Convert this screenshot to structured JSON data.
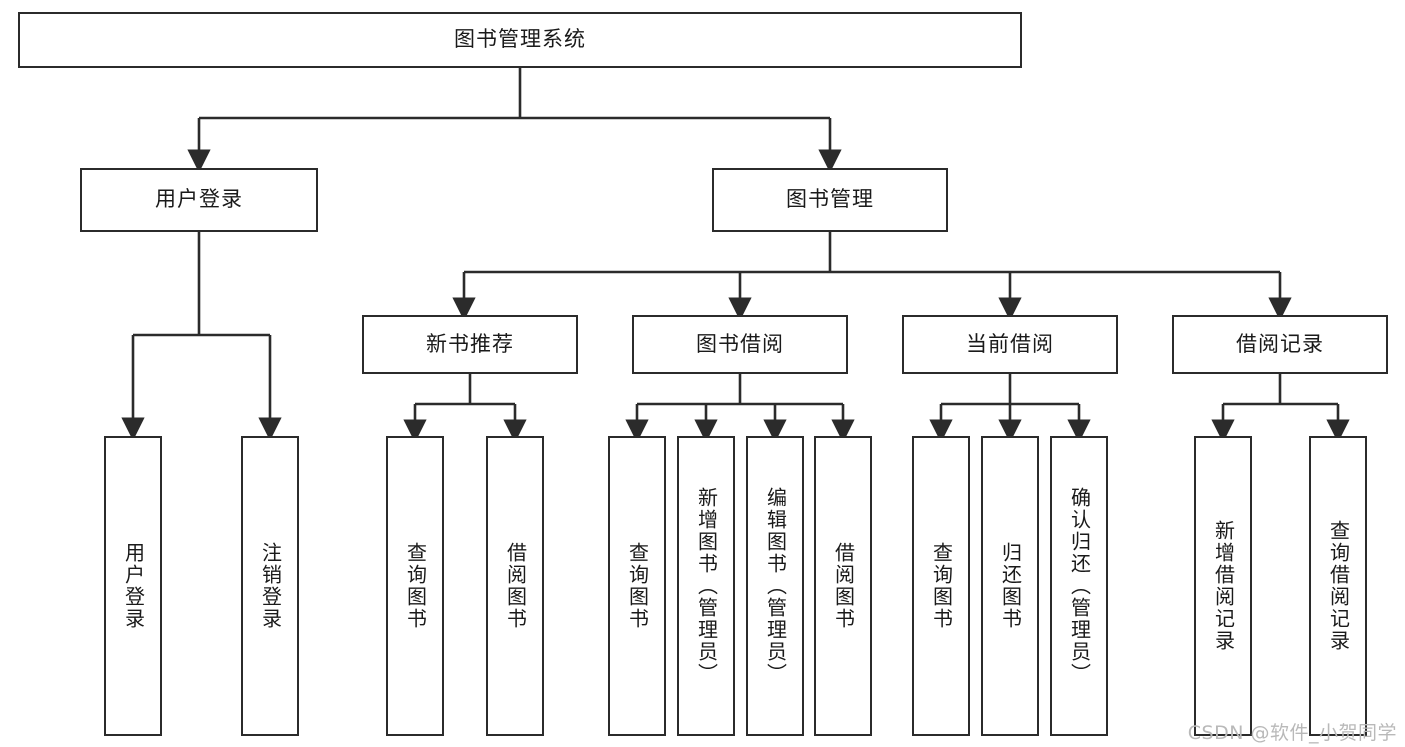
{
  "diagram": {
    "title": "图书管理系统",
    "type": "tree-hierarchy-diagram",
    "colors": {
      "stroke": "#2b2b2b",
      "fill": "#ffffff",
      "text": "#1a1a1a",
      "watermark": "#b9b9b9"
    },
    "levels": {
      "root": {
        "label": "图书管理系统"
      },
      "level2": [
        {
          "label": "用户登录"
        },
        {
          "label": "图书管理"
        }
      ],
      "level3": [
        {
          "label": "新书推荐"
        },
        {
          "label": "图书借阅"
        },
        {
          "label": "当前借阅"
        },
        {
          "label": "借阅记录"
        }
      ]
    },
    "leaves": {
      "user_login": [
        {
          "label": "用户登录"
        },
        {
          "label": "注销登录"
        }
      ],
      "new_book_recommend": [
        {
          "label": "查询图书"
        },
        {
          "label": "借阅图书"
        }
      ],
      "book_borrow": [
        {
          "label": "查询图书"
        },
        {
          "label": "新增图书（管理员）"
        },
        {
          "label": "编辑图书（管理员）"
        },
        {
          "label": "借阅图书"
        }
      ],
      "current_borrow": [
        {
          "label": "查询图书"
        },
        {
          "label": "归还图书"
        },
        {
          "label": "确认归还（管理员）"
        }
      ],
      "borrow_record": [
        {
          "label": "新增借阅记录"
        },
        {
          "label": "查询借阅记录"
        }
      ]
    },
    "watermark": "CSDN @软件_小贺同学"
  }
}
